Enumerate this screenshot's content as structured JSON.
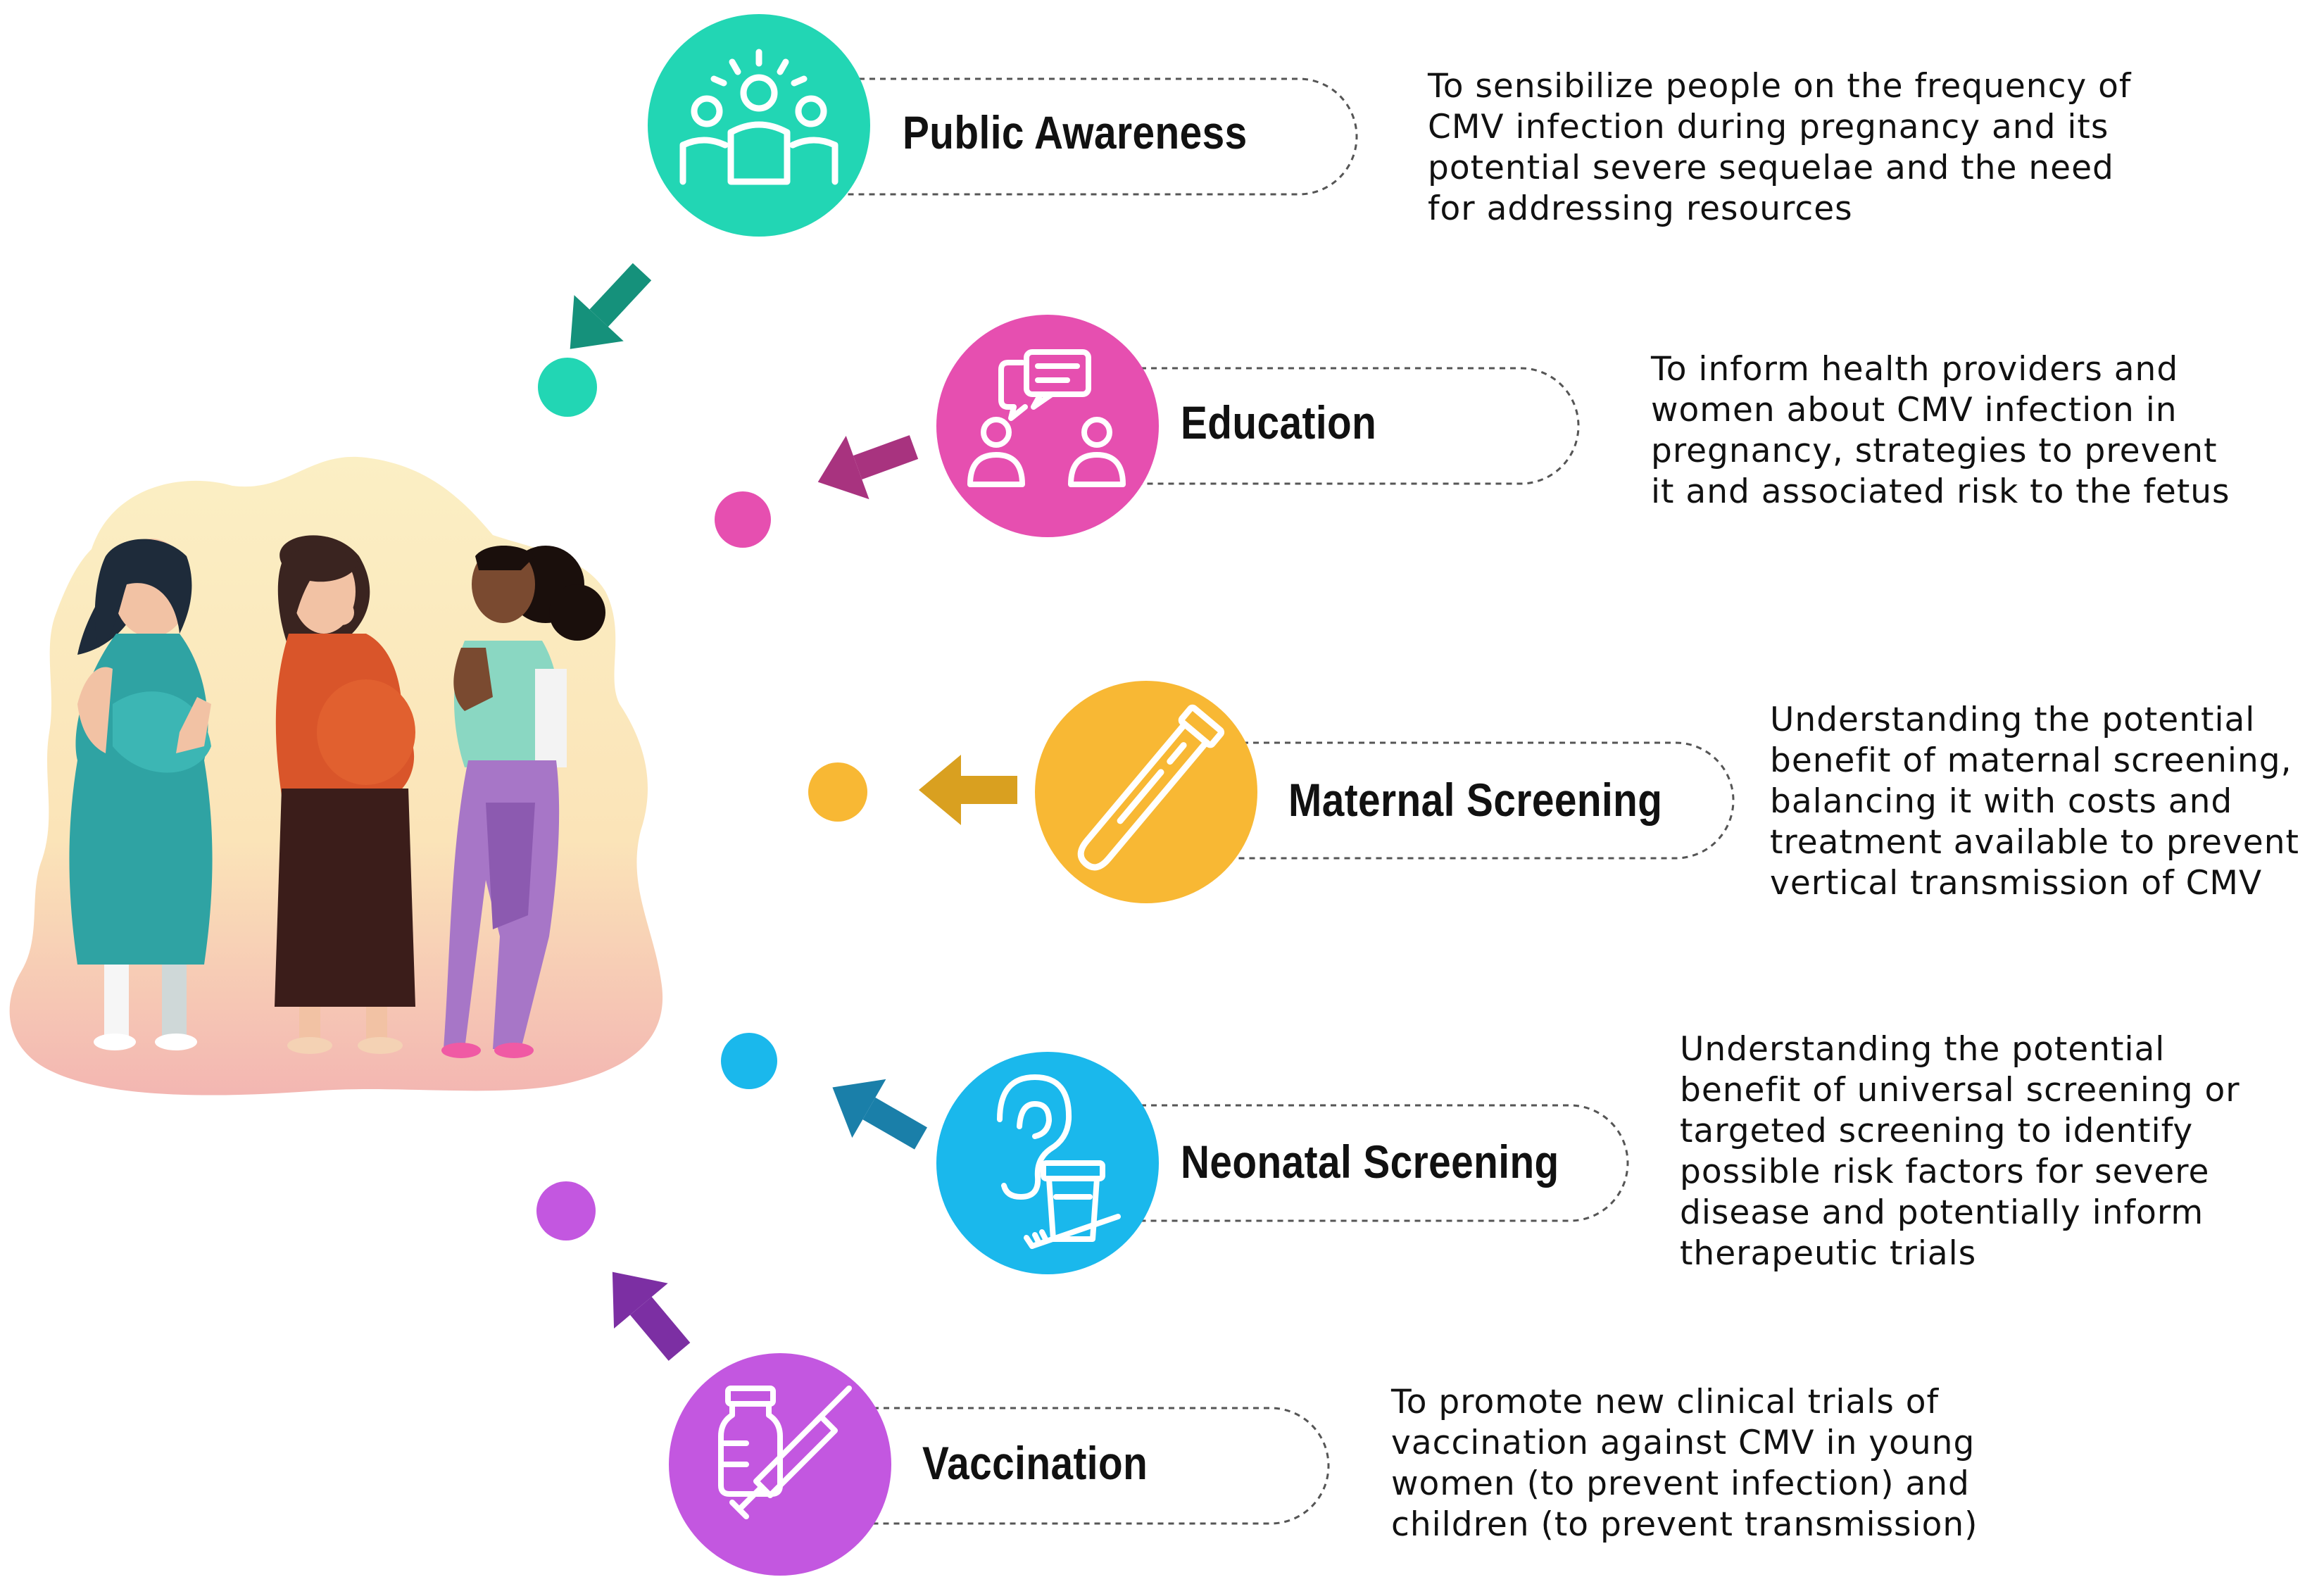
{
  "colors": {
    "awareness": "#22d6b4",
    "education": "#e64fb0",
    "maternal": "#f8b834",
    "neonatal": "#1ab8ec",
    "vaccination": "#c357e0",
    "awareness_arrow": "#15917b",
    "education_arrow": "#a8337f",
    "maternal_arrow": "#d9a020",
    "neonatal_arrow": "#1a7fa9",
    "vaccination_arrow": "#7c2fa3",
    "blob_light": "#fbe9b9",
    "blob_pink": "#f3b9b0"
  },
  "items": [
    {
      "key": "awareness",
      "title": "Public Awareness",
      "icon": "people-group-icon",
      "lines": [
        "To sensibilize people on the frequency of",
        "CMV infection during pregnancy and its",
        "potential severe sequelae and the need",
        "for addressing resources"
      ]
    },
    {
      "key": "education",
      "title": "Education",
      "icon": "conversation-icon",
      "lines": [
        "To inform health providers and",
        "women about CMV infection in",
        "pregnancy, strategies to prevent",
        "it and associated risk to the fetus"
      ]
    },
    {
      "key": "maternal",
      "title": "Maternal Screening",
      "icon": "test-tube-icon",
      "lines": [
        "Understanding the potential",
        "benefit of maternal screening,",
        "balancing it with costs and",
        "treatment available to prevent",
        "vertical transmission of CMV"
      ]
    },
    {
      "key": "neonatal",
      "title": "Neonatal Screening",
      "icon": "ear-and-sample-cup-icon",
      "lines": [
        "Understanding the potential",
        "benefit of universal screening or",
        "targeted screening to identify",
        "possible risk factors for severe",
        "disease and potentially inform",
        "therapeutic trials"
      ]
    },
    {
      "key": "vaccination",
      "title": "Vaccination",
      "icon": "vaccine-syringe-icon",
      "lines": [
        "To promote new clinical trials of",
        "vaccination against CMV in young",
        "women (to prevent infection) and",
        "children (to prevent transmission)"
      ]
    }
  ],
  "illustration": "three-pregnant-women-illustration"
}
